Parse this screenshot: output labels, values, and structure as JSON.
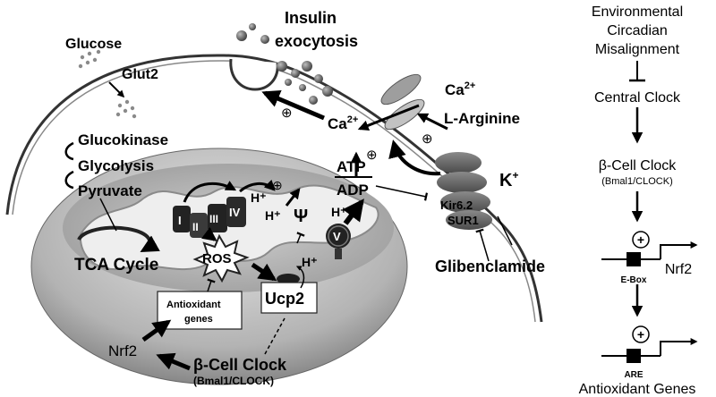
{
  "cell": {
    "glucose": "Glucose",
    "glut2": "Glut2",
    "insulin_line1": "Insulin",
    "insulin_line2": "exocytosis",
    "ca_top_base": "Ca",
    "ca_top_sup": "2+",
    "ca_mid_base": "Ca",
    "ca_mid_sup": "2+",
    "larginine": "L-Arginine",
    "glucokinase": "Glucokinase",
    "glycolysis": "Glycolysis",
    "pyruvate": "Pyruvate",
    "atp": "ATP",
    "adp": "ADP",
    "k_base": "K",
    "k_sup": "+",
    "kir62": "Kir6.2",
    "sur1": "SUR1",
    "glibenclamide": "Glibenclamide",
    "plus_symbol": "⊕"
  },
  "mito": {
    "complex_i": "I",
    "complex_ii": "II",
    "complex_iii": "III",
    "complex_iv": "IV",
    "complex_v": "V",
    "h_plus": "H⁺",
    "psi": "Ψ",
    "ros": "ROS",
    "tca": "TCA Cycle",
    "ucp2": "Ucp2",
    "antiox_line1": "Antioxidant",
    "antiox_line2": "genes",
    "nrf2": "Nrf2",
    "bclock": "β-Cell Clock",
    "bclock_sub": "(Bmal1/CLOCK)"
  },
  "pathway": {
    "env_line1": "Environmental",
    "env_line2": "Circadian",
    "env_line3": "Misalignment",
    "central": "Central Clock",
    "bclock": "β-Cell Clock",
    "bclock_sub": "(Bmal1/CLOCK)",
    "ebox": "E-Box",
    "nrf2": "Nrf2",
    "are": "ARE",
    "antiox": "Antioxidant Genes",
    "plus_symbol": "+"
  }
}
